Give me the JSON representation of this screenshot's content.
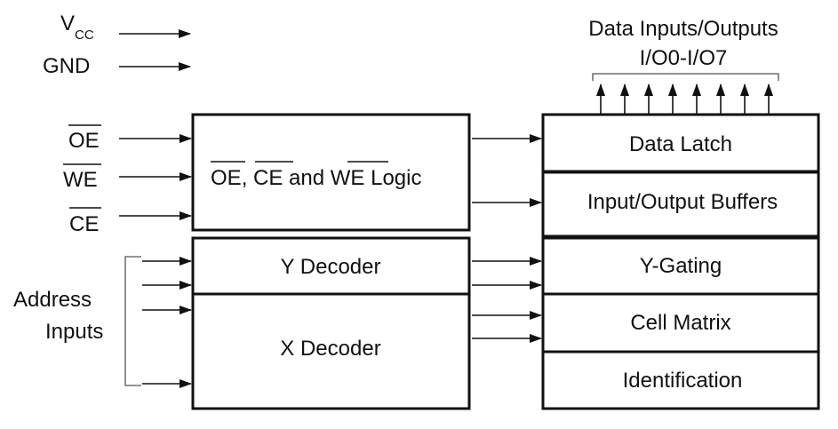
{
  "signals": {
    "vcc_main": "V",
    "vcc_sub": "CC",
    "gnd": "GND",
    "oe": "OE",
    "we": "WE",
    "ce": "CE"
  },
  "address": {
    "line1": "Address",
    "line2": "Inputs"
  },
  "data_io": {
    "line1": "Data Inputs/Outputs",
    "line2": "I/O0-I/O7"
  },
  "logic_block": {
    "oe": "OE",
    "sep1": ", ",
    "ce": "CE",
    "and": " and ",
    "we": "WE",
    "logic": " Logic"
  },
  "blocks": {
    "y_decoder": "Y Decoder",
    "x_decoder": "X Decoder",
    "data_latch": "Data Latch",
    "io_buffers": "Input/Output Buffers",
    "y_gating": "Y-Gating",
    "cell_matrix": "Cell Matrix",
    "identification": "Identification"
  }
}
